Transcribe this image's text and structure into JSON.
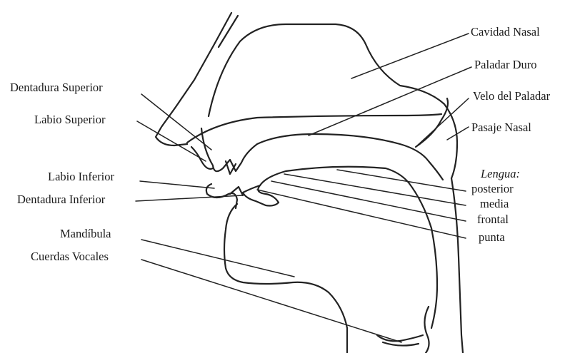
{
  "labels": {
    "cavidad_nasal": "Cavidad Nasal",
    "paladar_duro": "Paladar Duro",
    "velo_del_paladar": "Velo del Paladar",
    "pasaje_nasal": "Pasaje Nasal",
    "lengua": "Lengua:",
    "lengua_posterior": "posterior",
    "lengua_media": "media",
    "lengua_frontal": "frontal",
    "lengua_punta": "punta",
    "dentadura_superior": "Dentadura Superior",
    "labio_superior": "Labio Superior",
    "labio_inferior": "Labio Inferior",
    "dentadura_inferior": "Dentadura Inferior",
    "mandibula": "Mandíbula",
    "cuerdas_vocales": "Cuerdas Vocales"
  }
}
